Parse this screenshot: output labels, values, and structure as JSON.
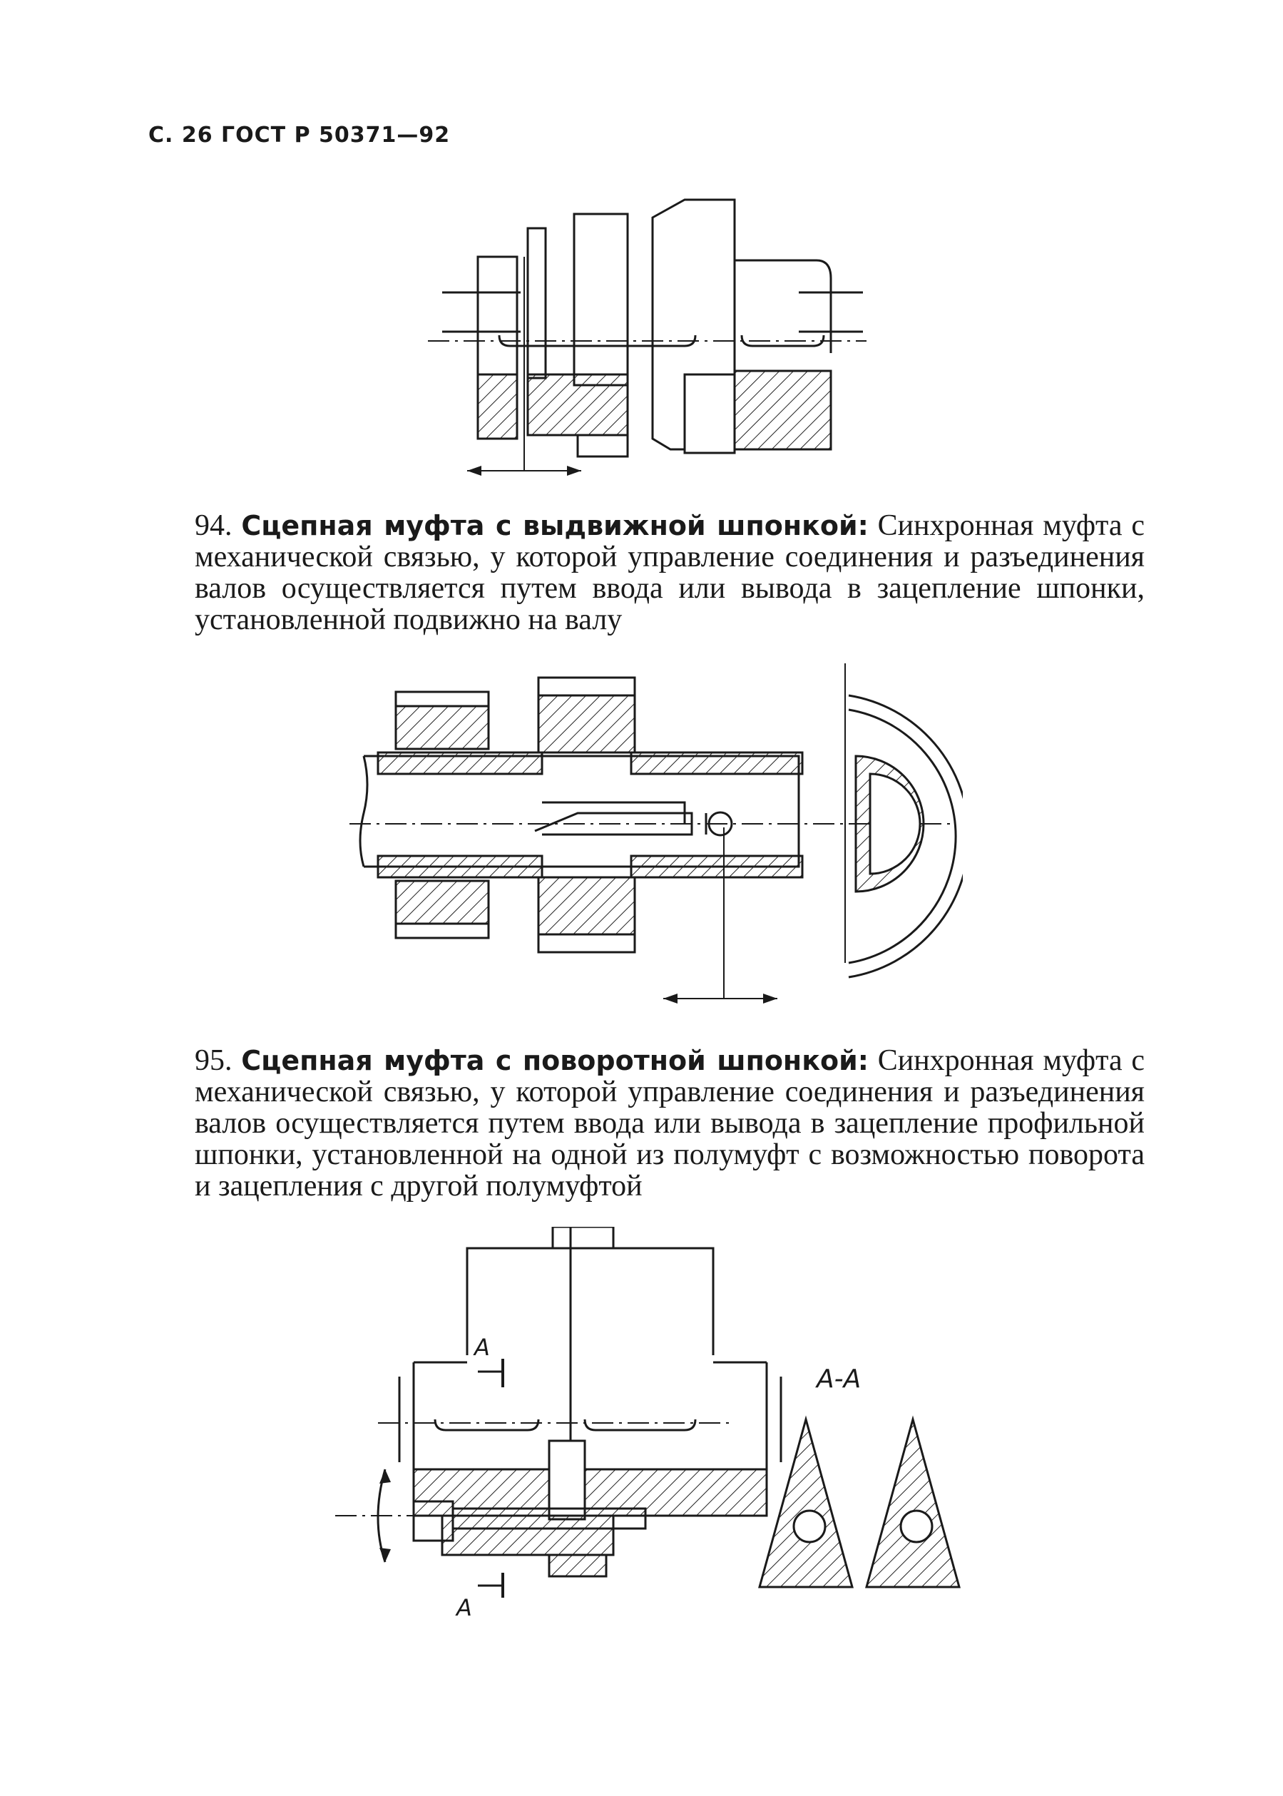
{
  "header": {
    "text": "С. 26 ГОСТ Р 50371—92"
  },
  "terms": [
    {
      "number": "94.",
      "name": "Сцепная муфта с выдвижной шпонкой:",
      "definition": "Синхронная муфта с механической связью, у которой управление соединения и разъединения валов осуществляется путем ввода или вывода в зацепление шпонки, установленной подвижно на валу"
    },
    {
      "number": "95.",
      "name": "Сцепная муфта с поворотной шпонкой:",
      "definition": "Синхронная муфта с механической связью, у которой управление соединения и разъединения валов осуществляется путем ввода или вывода в зацепление профильной шпонки, установленной на одной из полумуфт с возможностью поворота и зацепления с другой полумуфтой"
    }
  ],
  "figure3": {
    "section_label_top": "А",
    "section_label_bottom": "А",
    "section_title": "А-А"
  }
}
